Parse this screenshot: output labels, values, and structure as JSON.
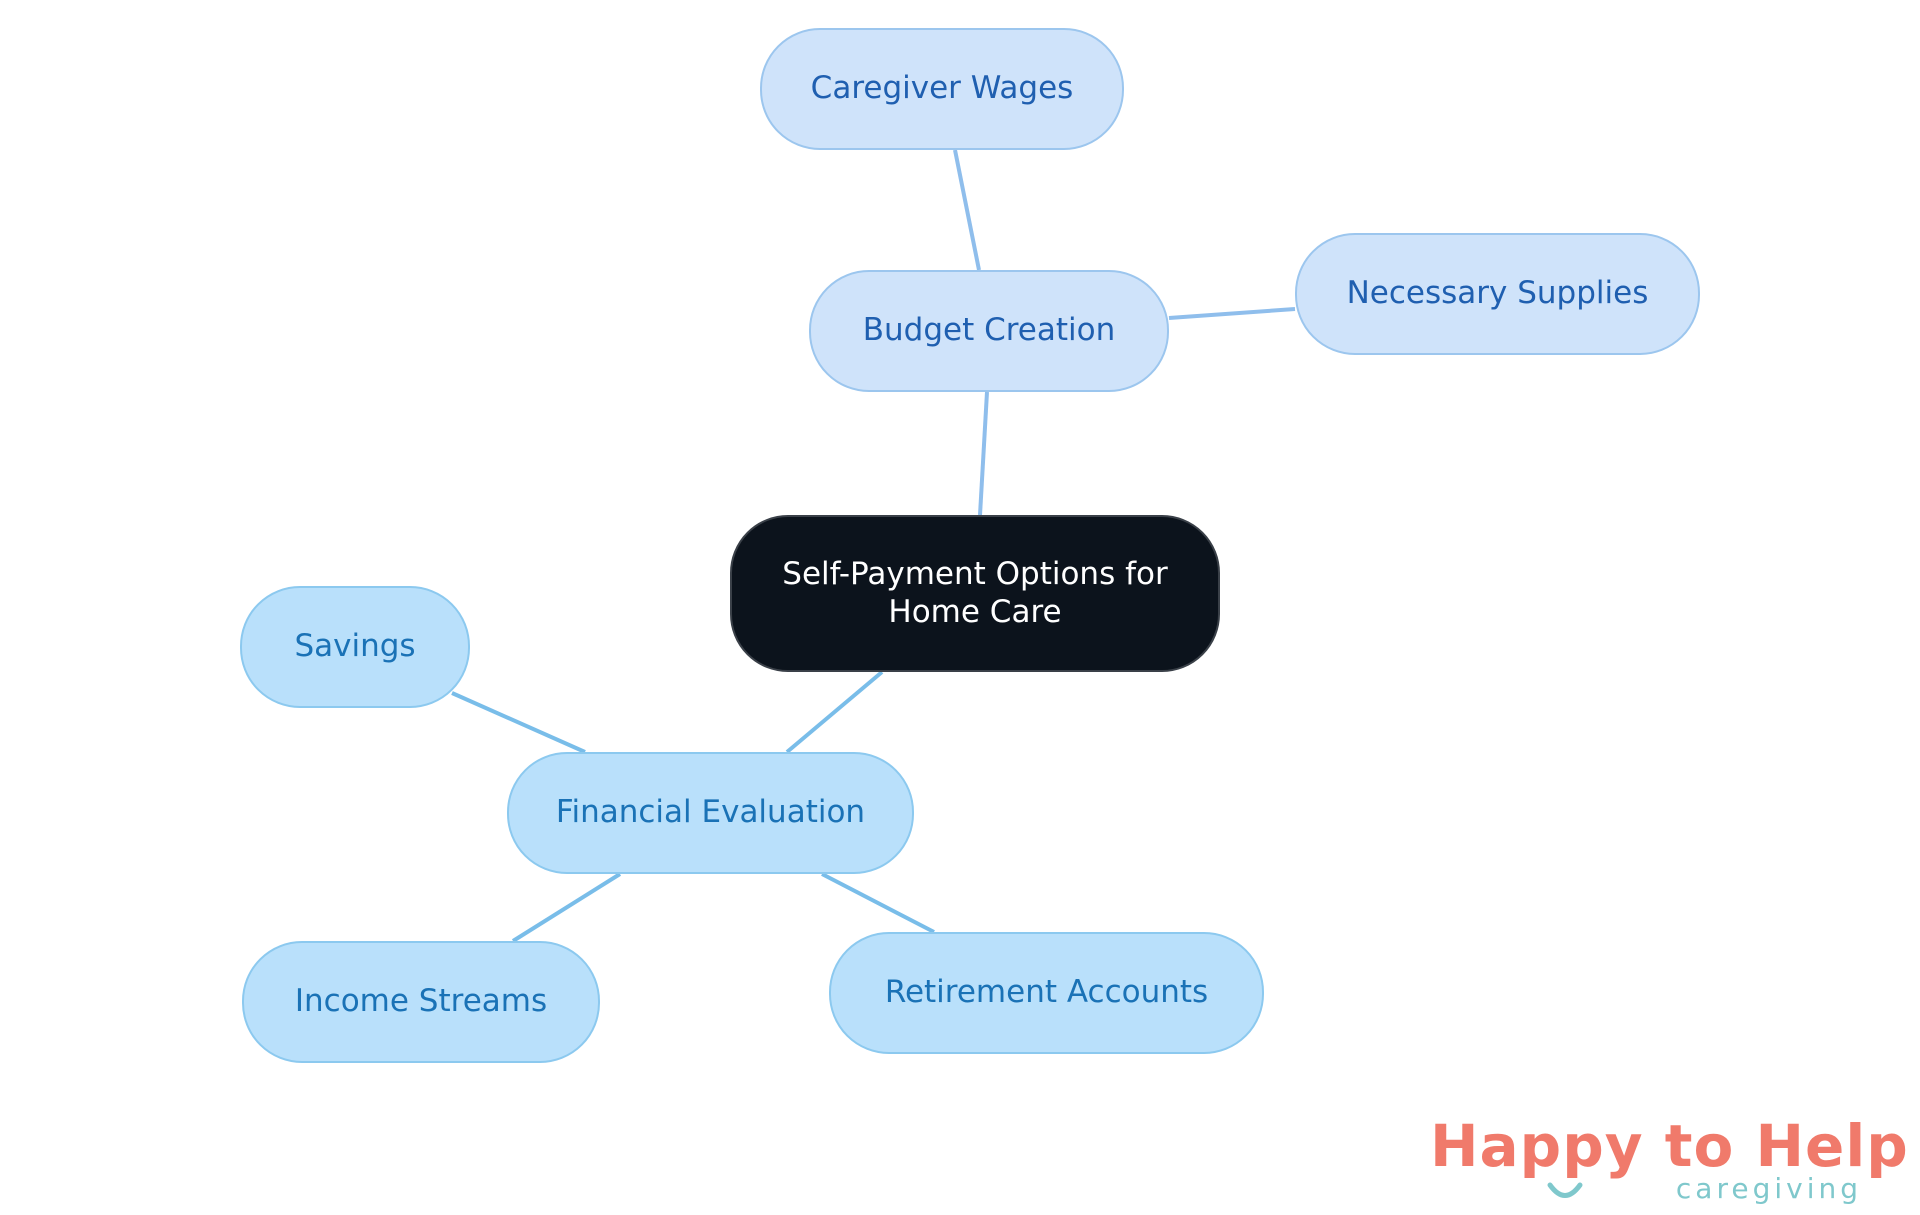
{
  "diagram": {
    "root": {
      "label": "Self-Payment Options for\nHome Care"
    },
    "branches": {
      "budget": {
        "label": "Budget Creation",
        "children": {
          "wages": "Caregiver Wages",
          "supplies": "Necessary Supplies"
        }
      },
      "financial": {
        "label": "Financial Evaluation",
        "children": {
          "savings": "Savings",
          "income": "Income Streams",
          "retirement": "Retirement Accounts"
        }
      }
    }
  },
  "logo": {
    "brand": "Happy to Help",
    "tagline": "caregiving"
  },
  "colors": {
    "root_fill": "#0c131c",
    "budget_fill": "#cfe3fa",
    "financial_fill": "#b9e0fb",
    "budget_edge": "#8fbeec",
    "financial_edge": "#79bde9",
    "logo_coral": "#f07a6b",
    "logo_teal": "#7fc8cc"
  }
}
